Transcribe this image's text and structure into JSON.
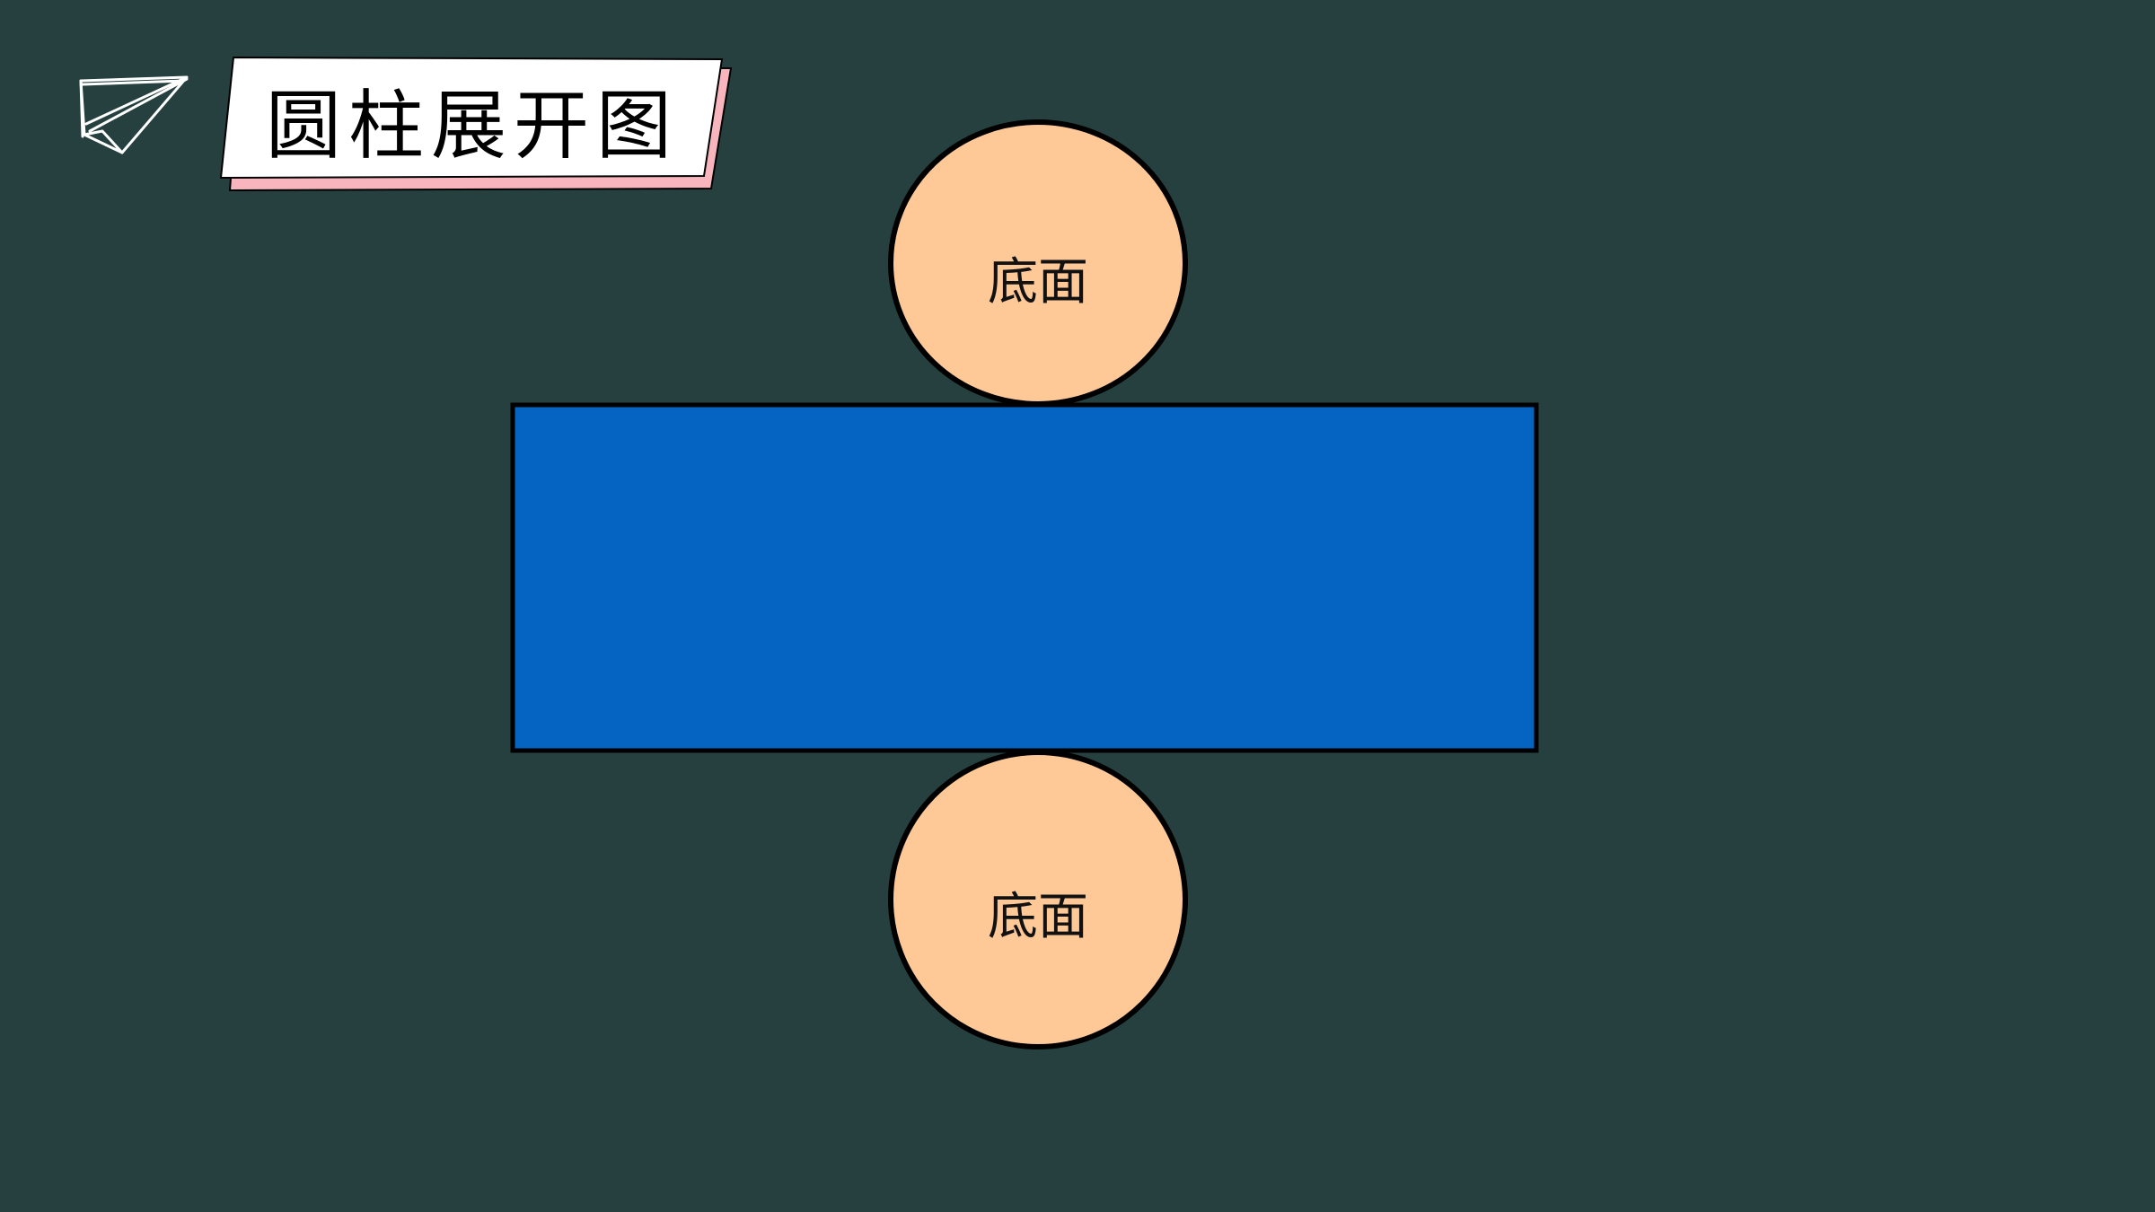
{
  "title": "圆柱展开图",
  "top_face": {
    "label": "底面"
  },
  "lateral_face": {
    "label": ""
  },
  "bottom_face": {
    "label": "底面"
  },
  "colors": {
    "background": "#25403f",
    "circle_fill": "#fec897",
    "rectangle_fill": "#0563c1",
    "outline": "#000000",
    "title_card_fill": "#ffffff",
    "title_card_shadow": "#f8b5bd",
    "icon_stroke": "#ffffff"
  },
  "icons": {
    "title_icon": "paper-plane-icon"
  }
}
